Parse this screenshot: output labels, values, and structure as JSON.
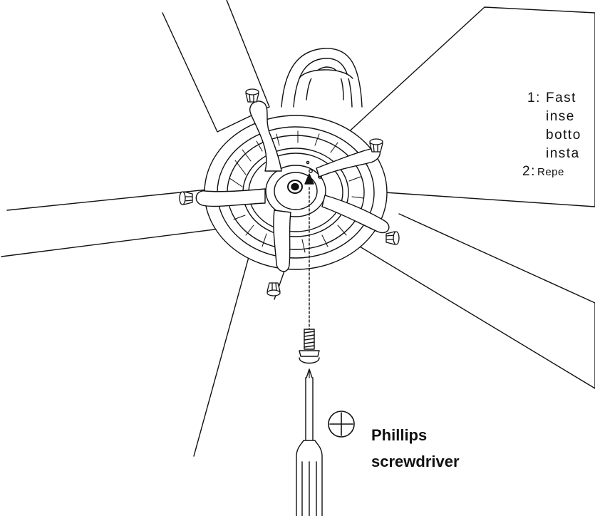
{
  "instructions": [
    {
      "number": "1:",
      "lines": [
        "Fast",
        "inse",
        "botto",
        "insta"
      ]
    },
    {
      "number": "2:",
      "lines": [
        "Repe"
      ]
    }
  ],
  "tool_label": [
    "Phillips",
    "screwdriver"
  ],
  "icons": [
    "phillips-head-icon"
  ],
  "colors": {
    "line": "#111111",
    "background": "#ffffff"
  }
}
